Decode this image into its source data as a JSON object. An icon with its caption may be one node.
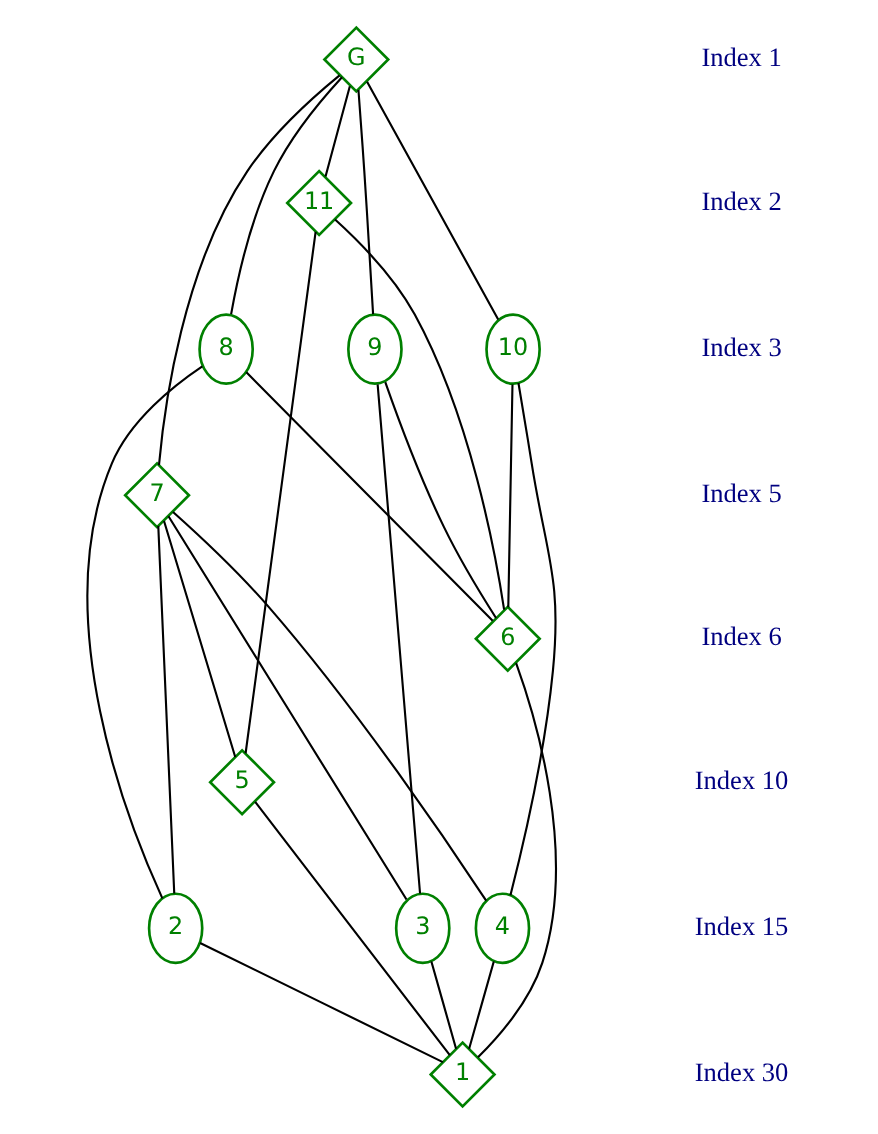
{
  "diagram": {
    "nodes": [
      {
        "text": [
          "G"
        ]
      },
      {
        "text": [
          "11"
        ]
      },
      {
        "text": [
          "8"
        ]
      },
      {
        "text": [
          "9"
        ]
      },
      {
        "text": [
          "10"
        ]
      },
      {
        "text": [
          "7"
        ]
      },
      {
        "text": [
          "6"
        ]
      },
      {
        "text": [
          "5"
        ]
      },
      {
        "text": [
          "2"
        ]
      },
      {
        "text": [
          "3"
        ]
      },
      {
        "text": [
          "4"
        ]
      },
      {
        "text": [
          "1"
        ]
      }
    ],
    "edges": [
      {
        "from": 0,
        "to": 1,
        "arrow": "none"
      },
      {
        "from": 0,
        "to": 2,
        "arrow": "none"
      },
      {
        "from": 0,
        "to": 3,
        "arrow": "none"
      },
      {
        "from": 0,
        "to": 4,
        "arrow": "none"
      },
      {
        "from": 0,
        "to": 5,
        "arrow": "none"
      },
      {
        "from": 1,
        "to": 7,
        "arrow": "none"
      },
      {
        "from": 1,
        "to": 6,
        "arrow": "none"
      },
      {
        "from": 2,
        "to": 6,
        "arrow": "none"
      },
      {
        "from": 3,
        "to": 6,
        "arrow": "none"
      },
      {
        "from": 4,
        "to": 6,
        "arrow": "none"
      },
      {
        "from": 2,
        "to": 8,
        "arrow": "none"
      },
      {
        "from": 3,
        "to": 9,
        "arrow": "none"
      },
      {
        "from": 4,
        "to": 10,
        "arrow": "none"
      },
      {
        "from": 5,
        "to": 7,
        "arrow": "none"
      },
      {
        "from": 5,
        "to": 8,
        "arrow": "none"
      },
      {
        "from": 5,
        "to": 9,
        "arrow": "none"
      },
      {
        "from": 5,
        "to": 10,
        "arrow": "none"
      },
      {
        "from": 6,
        "to": 11,
        "arrow": "none"
      },
      {
        "from": 7,
        "to": 11,
        "arrow": "none"
      },
      {
        "from": 8,
        "to": 11,
        "arrow": "none"
      },
      {
        "from": 9,
        "to": 11,
        "arrow": "none"
      },
      {
        "from": 10,
        "to": 11,
        "arrow": "none"
      }
    ],
    "labels": [
      "Index 1",
      "Index 2",
      "Index 3",
      "Index 5",
      "Index 6",
      "Index 10",
      "Index 15",
      "Index 30"
    ]
  }
}
